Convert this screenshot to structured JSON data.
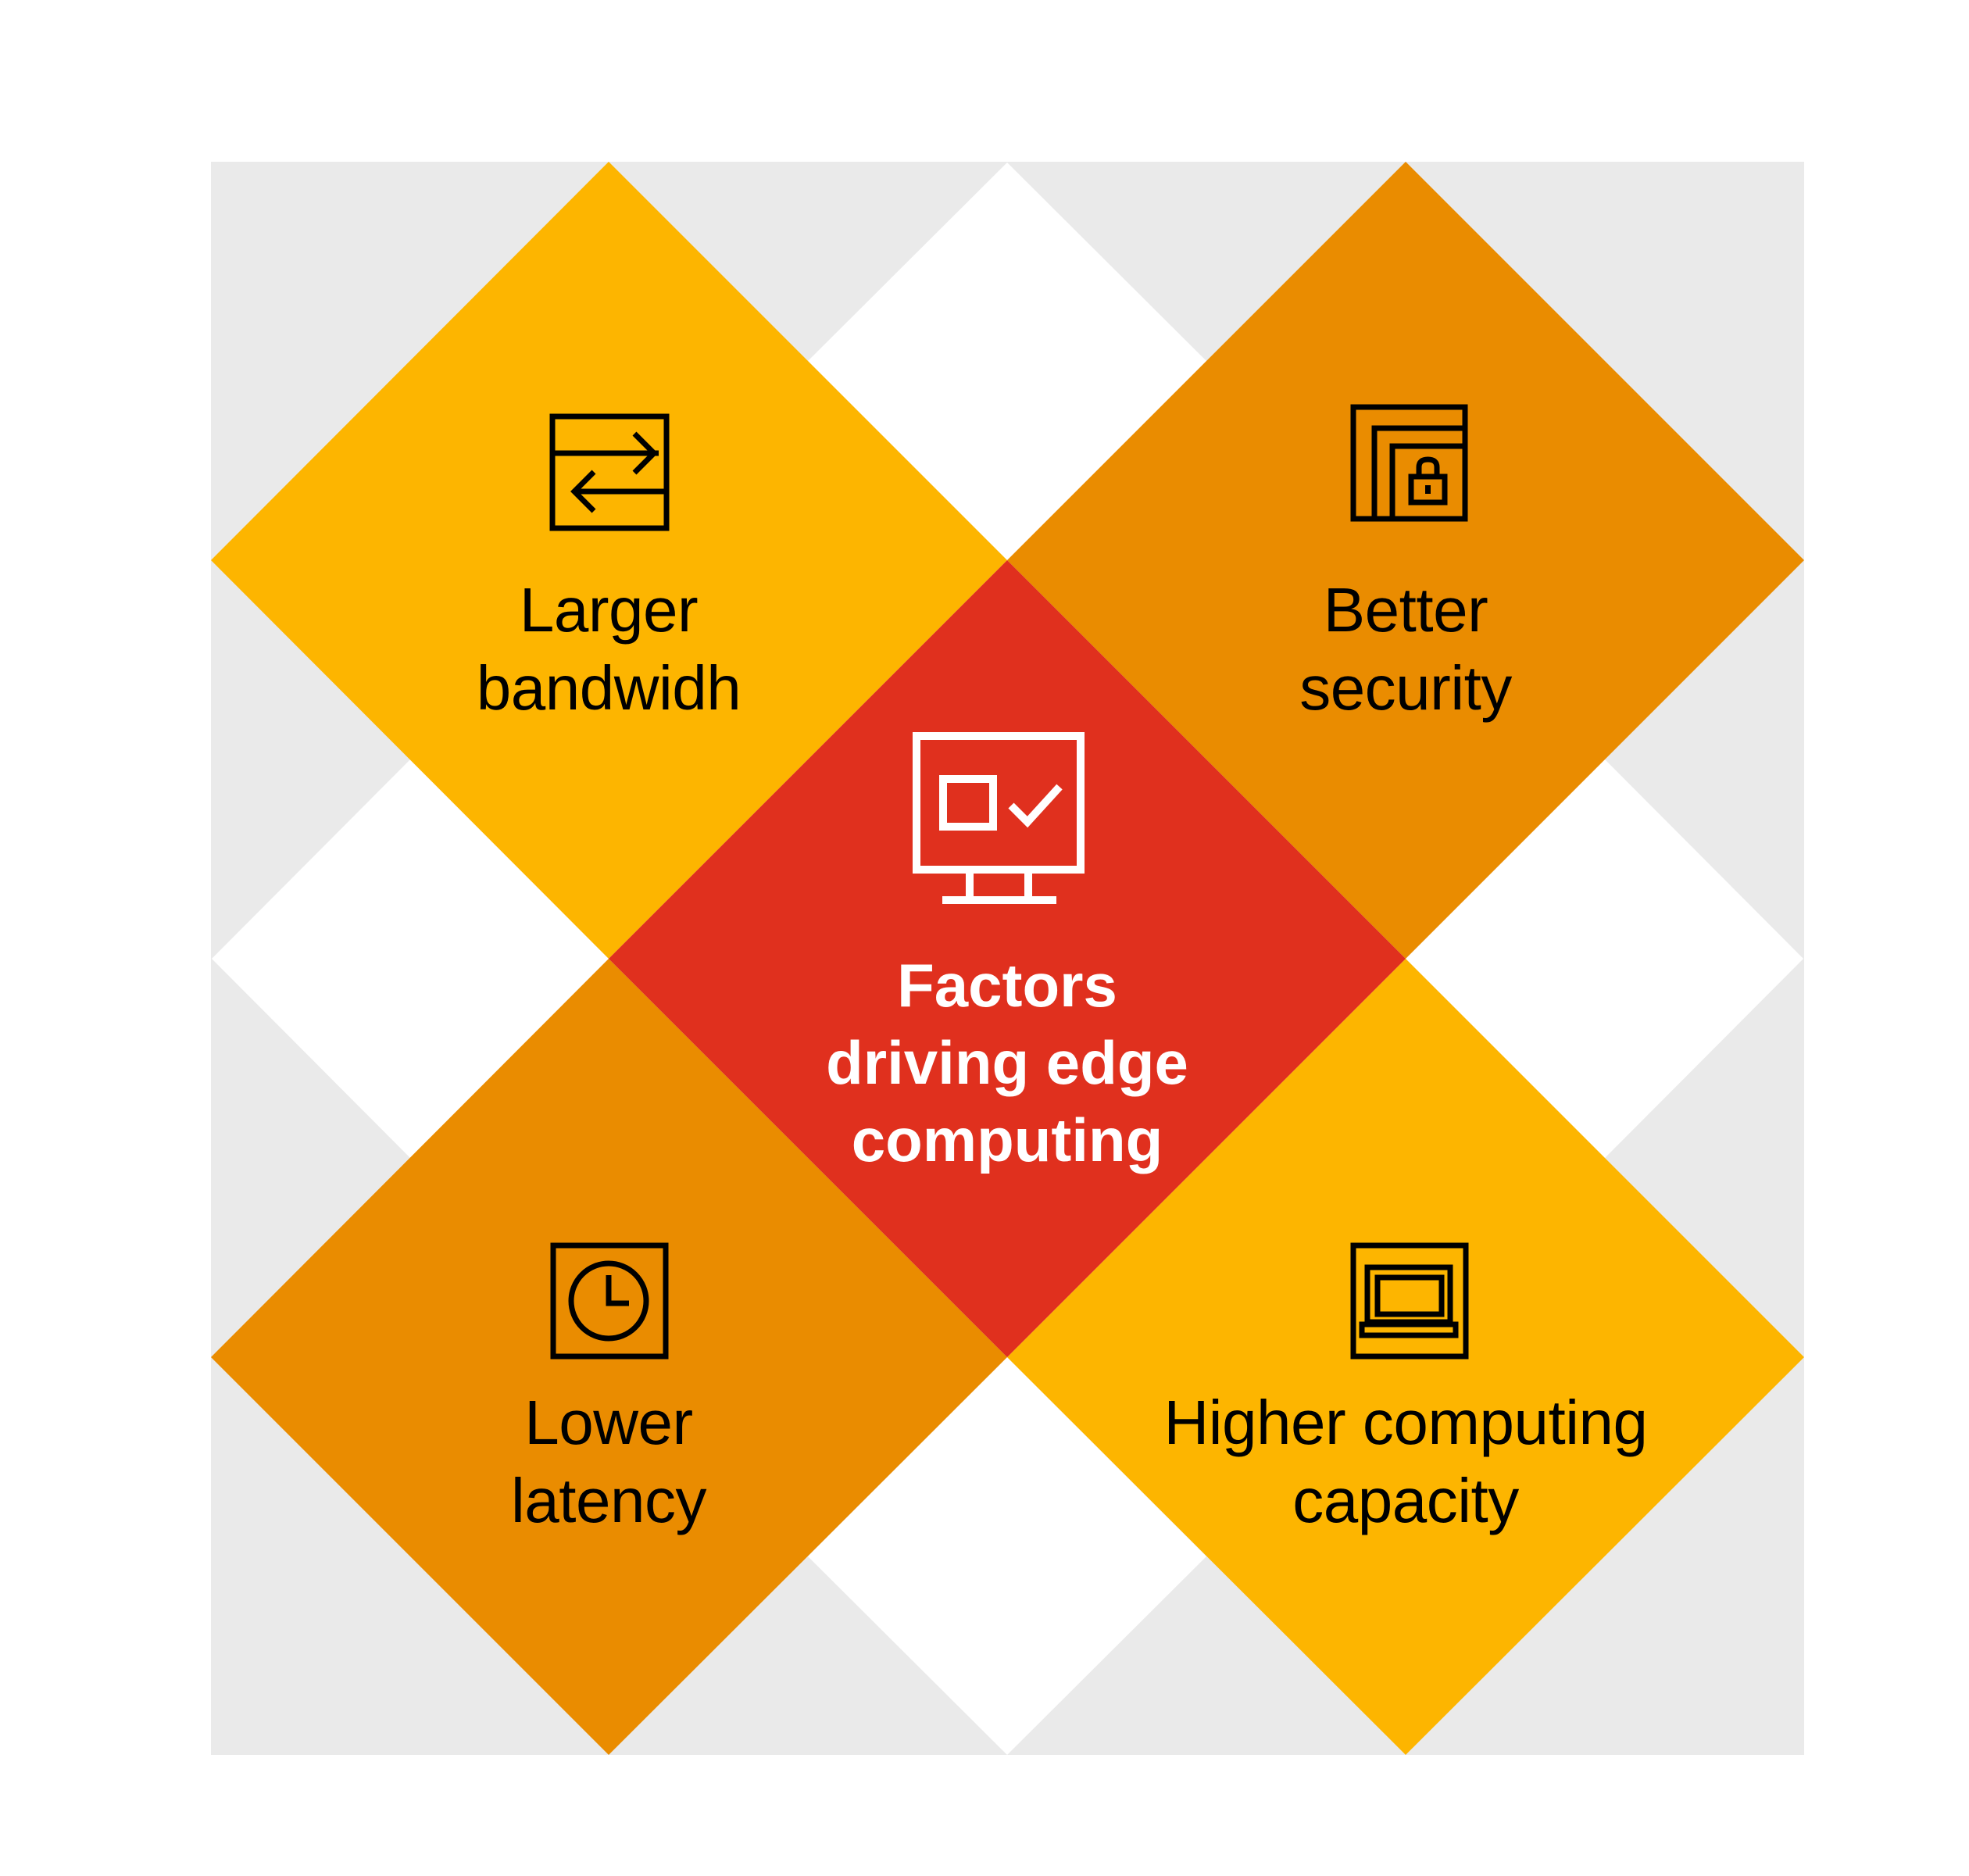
{
  "diagram": {
    "title_lines": [
      "Factors",
      "driving edge",
      "computing"
    ],
    "center_icon": "monitor-checkbox-icon",
    "colors": {
      "background": "#FFFFFF",
      "backdrop_gray": "#EAEAEA",
      "yellow": "#FDB500",
      "orange": "#EA8C00",
      "red": "#E0301E",
      "dark_text": "#000000",
      "light_text": "#FFFFFF"
    },
    "factors": [
      {
        "position": "top-left",
        "color": "yellow",
        "icon": "bidirectional-arrows-icon",
        "label_lines": [
          "Larger",
          "bandwidh"
        ]
      },
      {
        "position": "top-right",
        "color": "orange",
        "icon": "nested-window-lock-icon",
        "label_lines": [
          "Better",
          "security"
        ]
      },
      {
        "position": "bottom-left",
        "color": "orange",
        "icon": "clock-icon",
        "label_lines": [
          "Lower",
          "latency"
        ]
      },
      {
        "position": "bottom-right",
        "color": "yellow",
        "icon": "laptop-icon",
        "label_lines": [
          "Higher computing",
          "capacity"
        ]
      }
    ]
  }
}
